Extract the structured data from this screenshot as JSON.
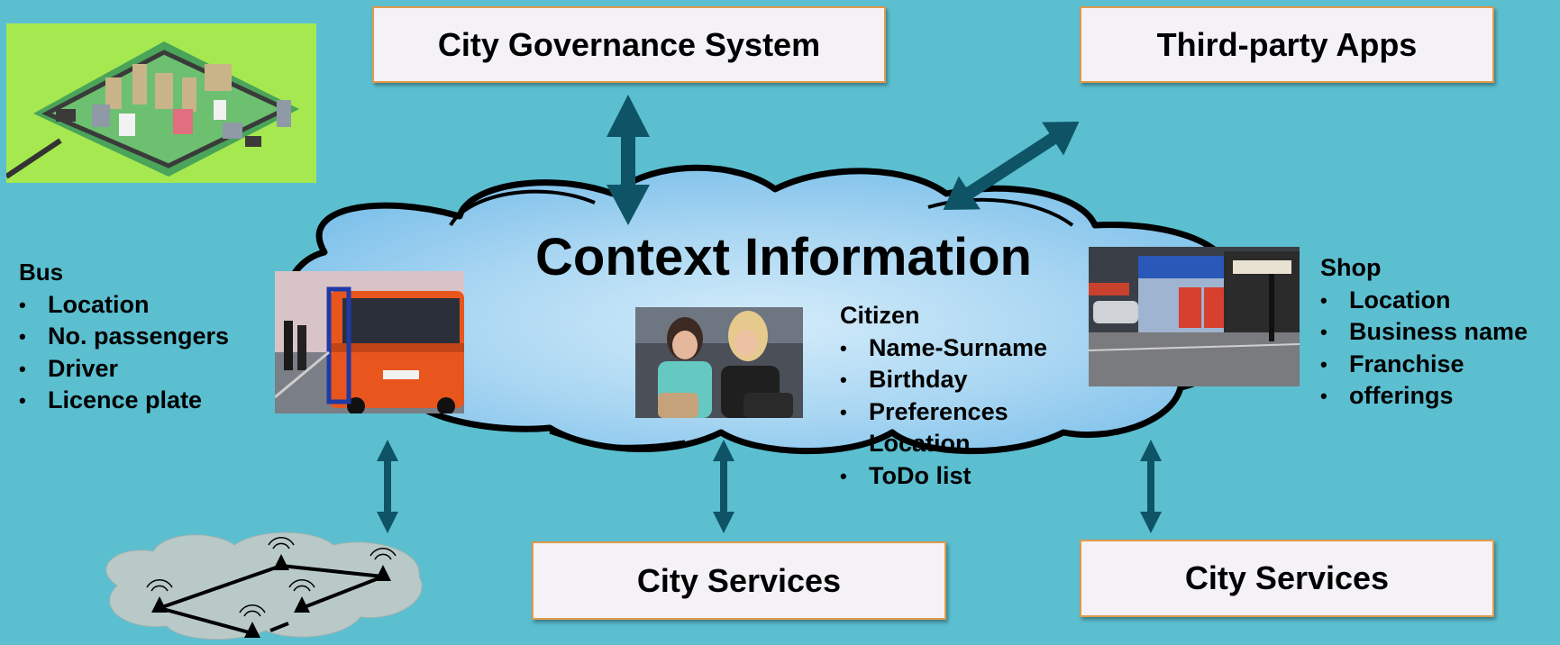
{
  "boxes": {
    "governance": "City Governance System",
    "third_party": "Third-party Apps",
    "services_center": "City Services",
    "services_right": "City Services"
  },
  "cloud_title": "Context Information",
  "bus": {
    "heading": "Bus",
    "items": [
      "Location",
      "No. passengers",
      "Driver",
      "Licence plate"
    ]
  },
  "citizen": {
    "heading": "Citizen",
    "items": [
      "Name-Surname",
      "Birthday",
      "Preferences",
      "Location",
      "ToDo list"
    ]
  },
  "shop": {
    "heading": "Shop",
    "items": [
      "Location",
      "Business name",
      "Franchise",
      "offerings"
    ]
  },
  "colors": {
    "background": "#5bbfd0",
    "arrow": "#0e5466",
    "box_fill": "#f4f2f7",
    "box_border": "#e09a4a"
  },
  "icons": [
    "city-map-image",
    "bus-photo",
    "citizens-photo",
    "shop-photo",
    "sensor-network-icon"
  ]
}
